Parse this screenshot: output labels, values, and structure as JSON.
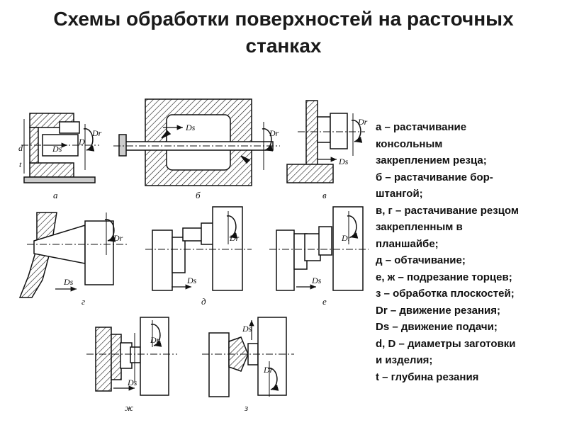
{
  "title_line1": "Схемы обработки поверхностей на расточных",
  "title_line2": "станках",
  "legend": [
    "а – растачивание",
    "консольным",
    "закреплением резца;",
    "б – растачивание бор-",
    "штангой;",
    "в, г – растачивание резцом",
    "закрепленным в",
    "планшайбе;",
    "д – обтачивание;",
    "е, ж – подрезание торцев;",
    "з – обработка плоскостей;",
    "Dr – движение резания;",
    "Ds – движение подачи;",
    "d, D – диаметры заготовки",
    "и изделия;",
    "t – глубина резания"
  ],
  "figures": {
    "a": {
      "caption": "а",
      "labels": {
        "Dr": "Dr",
        "Ds": "Ds",
        "d": "d",
        "D": "D",
        "t": "t"
      }
    },
    "b": {
      "caption": "б",
      "labels": {
        "Dr": "Dr",
        "Ds": "Ds"
      }
    },
    "v": {
      "caption": "в",
      "labels": {
        "Dr": "Dr",
        "Ds": "Ds"
      }
    },
    "g": {
      "caption": "г",
      "labels": {
        "Dr": "Dr",
        "Ds": "Ds"
      }
    },
    "d": {
      "caption": "д",
      "labels": {
        "Dr": "Dr",
        "Ds": "Ds"
      }
    },
    "e": {
      "caption": "е",
      "labels": {
        "Dr": "Dr",
        "Ds": "Ds"
      }
    },
    "zh": {
      "caption": "ж",
      "labels": {
        "Dr": "Dr",
        "Ds": "Ds"
      }
    },
    "z": {
      "caption": "з",
      "labels": {
        "Dr": "Dr",
        "Ds": "Ds"
      }
    }
  }
}
